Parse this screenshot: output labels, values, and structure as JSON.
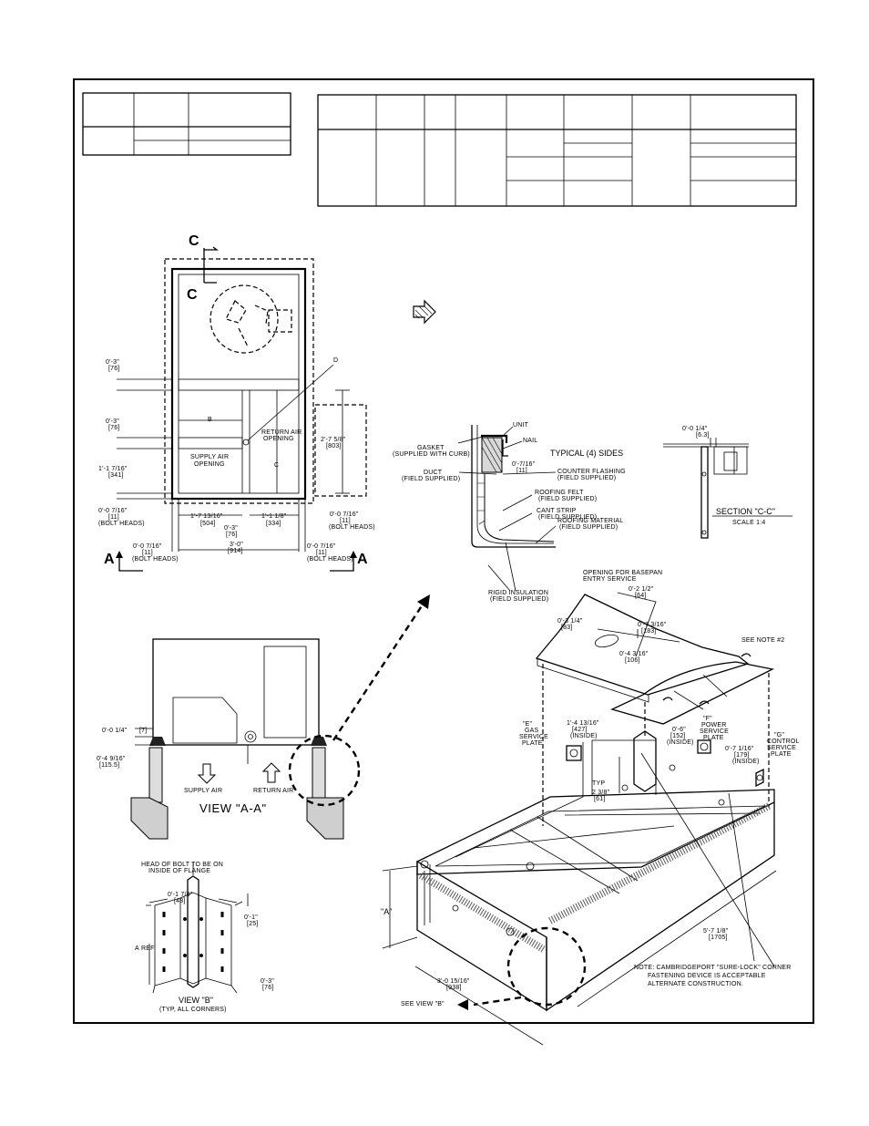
{
  "plan_view": {
    "section_mark_letter": "C",
    "label_d": "D",
    "label_b": "B",
    "label_c": "C",
    "return_air": "RETURN AIR",
    "opening": "OPENING",
    "supply_air": "SUPPLY AIR",
    "opening_2": "OPENING",
    "dim_0_3_a": "0'-3\"",
    "dim_76_a": "[76]",
    "dim_0_3_b": "0'-3\"",
    "dim_76_b": "[76]",
    "dim_1_1_7_16": "1'-1 7/16\"",
    "dim_341": "[341]",
    "dim_0_0_7_16_l": "0'-0 7/16\"",
    "dim_11_l": "[11]",
    "bolt_heads_l": "(BOLT HEADS)",
    "dim_2_7_5_8": "2'-7 5/8\"",
    "dim_803": "[803]",
    "dim_0_0_7_16_r": "0'-0 7/16\"",
    "dim_11_r": "[11]",
    "bolt_heads_r": "(BOLT HEADS)",
    "dim_1_7_13_16": "1'-7 13/16\"",
    "dim_504": "[504]",
    "dim_1_1_1_8": "1'-1 1/8\"",
    "dim_334": "[334]",
    "dim_0_3_c": "0'-3\"",
    "dim_76_c": "[76]",
    "dim_3_0": "3'-0\"",
    "dim_914": "[914]",
    "dim_0_0_7_16_bl": "0'-0 7/16\"",
    "dim_11_bl": "[11]",
    "bolt_heads_bl": "(BOLT HEADS)",
    "dim_0_0_7_16_br": "0'-0 7/16\"",
    "dim_11_br": "[11]",
    "bolt_heads_br": "(BOLT HEADS)",
    "section_a_left": "A",
    "section_a_right": "A"
  },
  "flashing_detail": {
    "unit": "UNIT",
    "gasket": "GASKET",
    "supplied_with_curb": "(SUPPLIED WITH CURB)",
    "nail": "NAIL",
    "typical_sides": "TYPICAL (4) SIDES",
    "dim_0_7_16": "0'-7/16\"",
    "dim_11": "[11]",
    "duct": "DUCT",
    "field_supplied_duct": "(FIELD SUPPLIED)",
    "counter_flashing": "COUNTER FLASHING",
    "field_supplied_cf": "(FIELD SUPPLIED)",
    "roofing_felt": "ROOFING FELT",
    "field_supplied_rf": "(FIELD SUPPLIED)",
    "cant_strip": "CANT STRIP",
    "field_supplied_cs": "(FIELD SUPPLIED)",
    "roofing_material": "ROOFING MATERIAL",
    "field_supplied_rm": "(FIELD SUPPLIED)",
    "rigid_insulation": "RIGID INSULATION",
    "field_supplied_ri": "(FIELD SUPPLIED)"
  },
  "section_cc": {
    "dim_0_0_1_4": "0'-0 1/4\"",
    "dim_6_3": "[6.3]",
    "title": "SECTION \"C-C\"",
    "scale": "SCALE 1:4"
  },
  "view_aa": {
    "dim_0_0_1_4": "0'-0 1/4\"",
    "dim_7": "[7]",
    "dim_0_4_9_16": "0'-4 9/16\"",
    "dim_115_5": "[115.5]",
    "supply_air": "SUPPLY AIR",
    "return_air": "RETURN AIR",
    "title": "VIEW \"A-A\""
  },
  "view_b": {
    "head_of_bolt": "HEAD OF BOLT TO BE ON",
    "inside_of_flange": "INSIDE OF FLANGE",
    "dim_0_1_7_8": "0'-1 7/8\"",
    "dim_48": "[48]",
    "dim_0_1": "0'-1\"",
    "dim_25": "[25]",
    "a_ref": "A",
    "ref": "REF",
    "dim_0_3": "0'-3\"",
    "dim_76": "[76]",
    "title": "VIEW \"B\"",
    "subtitle": "(TYP, ALL CORNERS)"
  },
  "iso_view": {
    "opening_for_basepan": "OPENING FOR BASEPAN",
    "entry_service": "ENTRY SERVICE",
    "dim_0_2_1_2": "0'-2 1/2\"",
    "dim_64": "[64]",
    "dim_0_3_1_4": "0'-3 1/4\"",
    "dim_83": "[83]",
    "dim_0_7_3_16": "0'-7 3/16\"",
    "dim_183": "[183]",
    "dim_0_4_3_16": "0'-4 3/16\"",
    "dim_106": "[106]",
    "see_note_2": "SEE NOTE #2",
    "e_label": "\"E\"",
    "gas": "GAS",
    "service": "SERVICE",
    "plate": "PLATE",
    "dim_1_4_13_16": "1'-4 13/16\"",
    "dim_427": "[427]",
    "inside_1": "(INSIDE)",
    "dim_0_6": "0'-6\"",
    "dim_152": "[152]",
    "inside_2": "(INSIDE)",
    "f_label": "\"F\"",
    "power": "POWER",
    "service_f": "SERVICE",
    "plate_f": "PLATE",
    "dim_0_7_1_16": "0'-7 1/16\"",
    "dim_179": "[179]",
    "inside_3": "(INSIDE)",
    "g_label": "\"G\"",
    "control": "CONTROL",
    "service_g": "SERVICE",
    "plate_g": "PLATE",
    "typ": "TYP",
    "dim_2_3_8": "2 3/8\"",
    "dim_61": "[61]",
    "a_height": "\"A\"",
    "dim_3_0_15_16": "3'-0 15/16\"",
    "dim_938": "[938]",
    "dim_5_7_1_8": "5'-7 1/8\"",
    "dim_1705": "[1705]",
    "note_1": "NOTE: CAMBRIDGEPORT \"SURE-LOCK\" CORNER",
    "note_2": "FASTENING DEVICE IS ACCEPTABLE",
    "note_3": "ALTERNATE CONSTRUCTION.",
    "see_view_b": "SEE VIEW \"B\""
  }
}
